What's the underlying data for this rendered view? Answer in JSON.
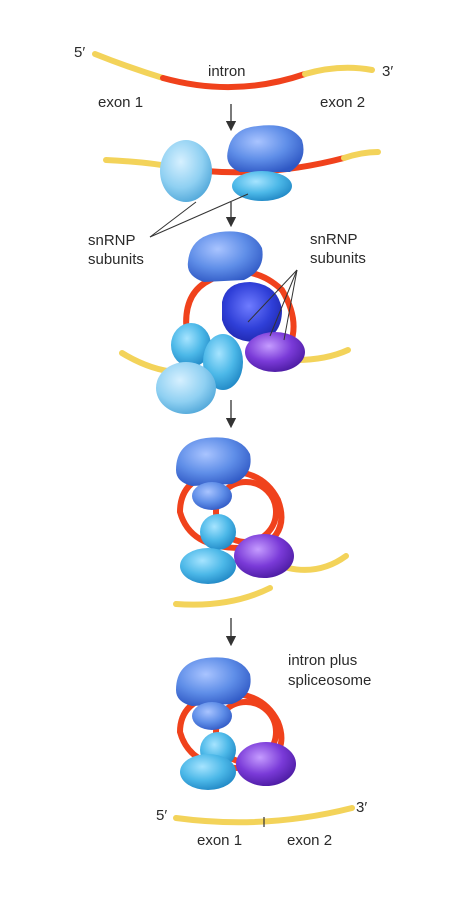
{
  "step1": {
    "end5": "5′",
    "end3": "3′",
    "intron": "intron",
    "exon1": "exon 1",
    "exon2": "exon 2"
  },
  "step2": {
    "snrnp_line1": "snRNP",
    "snrnp_line2": "subunits"
  },
  "step3": {
    "snrnp_line1": "snRNP",
    "snrnp_line2": "subunits"
  },
  "step5": {
    "label_line1": "intron plus",
    "label_line2": "spliceosome",
    "end5": "5′",
    "end3": "3′",
    "exon1": "exon 1",
    "exon2": "exon 2"
  },
  "colors": {
    "exon": "#f3d35a",
    "intron": "#f0421c",
    "light_blue": "#8fd0f2",
    "mid_blue": "#5f8ee8",
    "cyan": "#4cb8e8",
    "dark_blue": "#2f3fd8",
    "purple": "#7a3ad8"
  }
}
